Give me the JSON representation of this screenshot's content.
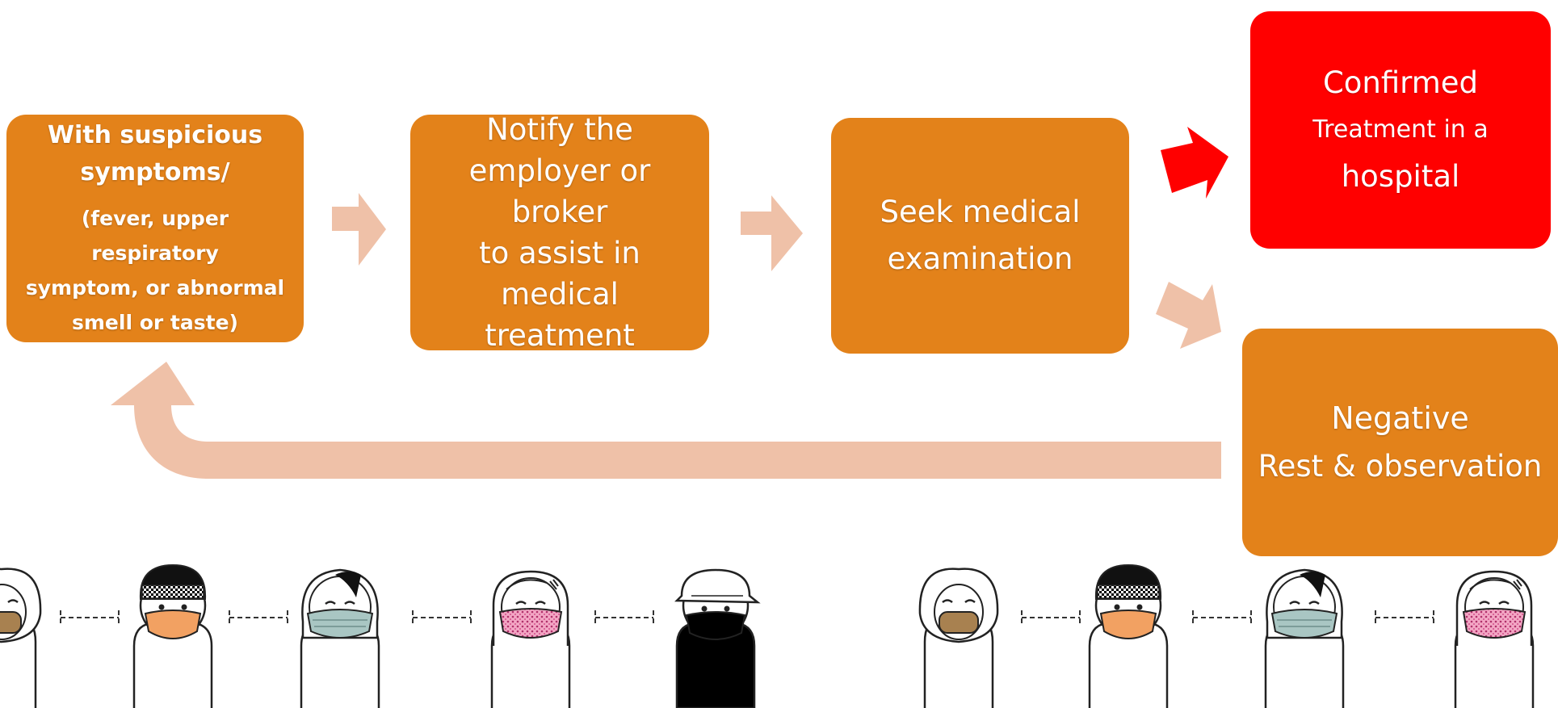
{
  "colors": {
    "box": "#e3821a",
    "confirmed_box": "#ff0000",
    "arrow": "#efc1a8",
    "confirmed_arrow": "#ff0000",
    "text": "#ffffff"
  },
  "steps": {
    "step1": {
      "heading": [
        "With suspicious",
        "symptoms/"
      ],
      "detail": [
        "(fever, upper respiratory",
        "symptom, or abnormal",
        "smell or taste)"
      ]
    },
    "step2": {
      "lines": [
        "Notify the",
        "employer or broker",
        "to assist in medical",
        "treatment"
      ]
    },
    "step3": {
      "lines": [
        "Seek medical",
        "examination"
      ]
    }
  },
  "outcomes": {
    "confirmed": {
      "heading": "Confirmed",
      "detail": [
        "Treatment in a",
        "hospital"
      ]
    },
    "negative": {
      "heading": "Negative",
      "detail": "Rest & observation"
    }
  },
  "people": {
    "group1": [
      "hijab-brown-mask",
      "cap-orange-mask",
      "hair-blue-mask",
      "long-hair-pink-mask",
      "cap-black-mask"
    ],
    "group2": [
      "hijab-brown-mask",
      "cap-orange-mask",
      "hair-blue-mask",
      "long-hair-pink-mask"
    ],
    "distance_icon": "distance-marker-icon"
  }
}
